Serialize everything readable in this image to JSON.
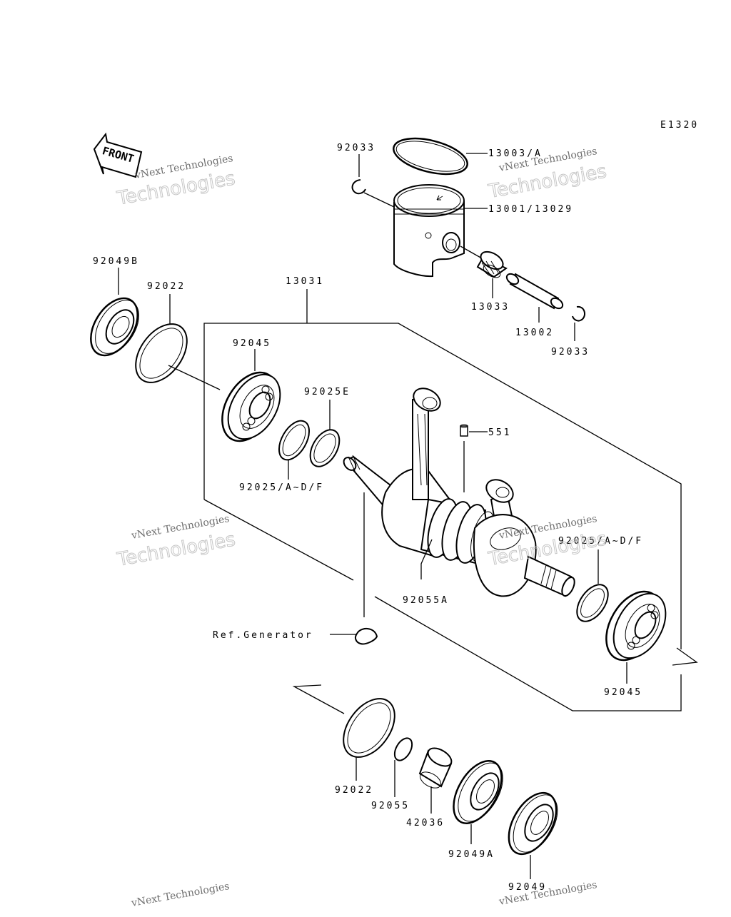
{
  "diagram": {
    "code": "E1320",
    "front_label": "FRONT",
    "ref_label": "Ref.Generator",
    "part_numbers": {
      "ring": "13003/A",
      "piston": "13001/13029",
      "clip_top": "92033",
      "clip_bottom": "92033",
      "needle_bearing_top": "13033",
      "piston_pin": "13002",
      "crankshaft_assy": "13031",
      "oil_seal_left": "92049B",
      "shim_left": "92022",
      "bearing_left": "92045",
      "washer_e": "92025E",
      "washer_left": "92025/A~D/F",
      "pin_551": "551",
      "washer_right": "92025/A~D/F",
      "bearing_conrod": "92055A",
      "bearing_right": "92045",
      "shim_bottom": "92022",
      "ring_bottom": "92055",
      "collar": "42036",
      "oil_seal_a": "92049A",
      "oil_seal": "92049"
    }
  },
  "watermark": {
    "line1": "vNext Technologies",
    "line2": "Technologies"
  }
}
